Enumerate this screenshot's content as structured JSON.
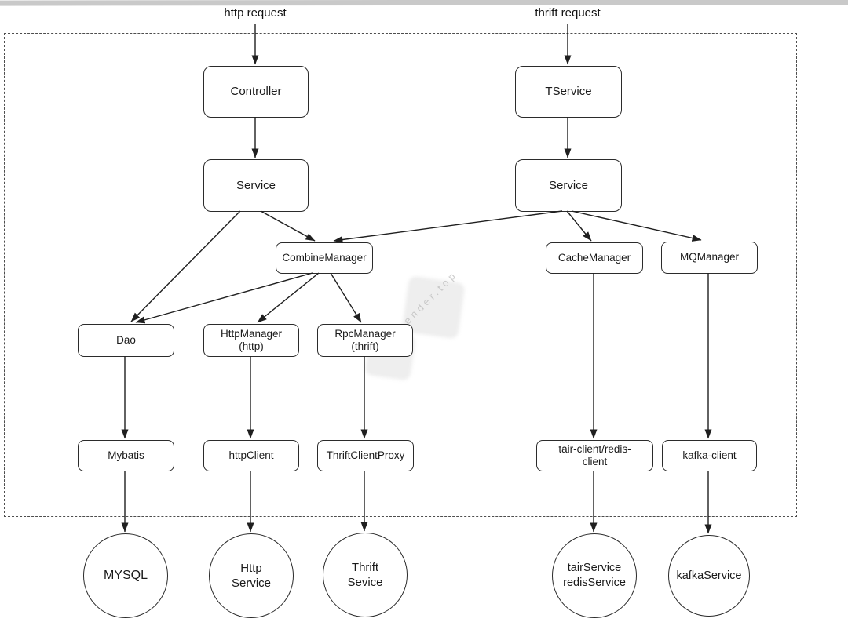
{
  "diagram": {
    "top_labels": {
      "http_request": "http request",
      "thrift_request": "thrift request"
    },
    "nodes": {
      "controller": {
        "label": "Controller"
      },
      "tservice": {
        "label": "TService"
      },
      "service_http": {
        "label": "Service"
      },
      "service_thrift": {
        "label": "Service"
      },
      "combine_manager": {
        "label": "CombineManager"
      },
      "cache_manager": {
        "label": "CacheManager"
      },
      "mq_manager": {
        "label": "MQManager"
      },
      "dao": {
        "label": "Dao"
      },
      "http_manager": {
        "label": "HttpManager\n(http)"
      },
      "rpc_manager": {
        "label": "RpcManager\n(thrift)"
      },
      "mybatis": {
        "label": "Mybatis"
      },
      "http_client": {
        "label": "httpClient"
      },
      "thrift_client_proxy": {
        "label": "ThriftClientProxy"
      },
      "tair_redis_client": {
        "label": "tair-client/redis-\nclient"
      },
      "kafka_client": {
        "label": "kafka-client"
      }
    },
    "endpoints": {
      "mysql": {
        "label": "MYSQL"
      },
      "http_service": {
        "label": "Http\nService"
      },
      "thrift_sevice": {
        "label": "Thrift\nSevice"
      },
      "tair_redis_service": {
        "label": "tairService\nredisService"
      },
      "kafka_service": {
        "label": "kafkaService"
      }
    },
    "edges": [
      {
        "from": "http request",
        "to": "Controller"
      },
      {
        "from": "thrift request",
        "to": "TService"
      },
      {
        "from": "Controller",
        "to": "Service"
      },
      {
        "from": "TService",
        "to": "Service"
      },
      {
        "from": "Service (http)",
        "to": "Dao"
      },
      {
        "from": "Service (http)",
        "to": "CombineManager"
      },
      {
        "from": "Service (thrift)",
        "to": "CombineManager"
      },
      {
        "from": "Service (thrift)",
        "to": "CacheManager"
      },
      {
        "from": "Service (thrift)",
        "to": "MQManager"
      },
      {
        "from": "CombineManager",
        "to": "Dao"
      },
      {
        "from": "CombineManager",
        "to": "HttpManager (http)"
      },
      {
        "from": "CombineManager",
        "to": "RpcManager (thrift)"
      },
      {
        "from": "Dao",
        "to": "Mybatis"
      },
      {
        "from": "HttpManager (http)",
        "to": "httpClient"
      },
      {
        "from": "RpcManager (thrift)",
        "to": "ThriftClientProxy"
      },
      {
        "from": "CacheManager",
        "to": "tair-client/redis-client"
      },
      {
        "from": "MQManager",
        "to": "kafka-client"
      },
      {
        "from": "Mybatis",
        "to": "MYSQL"
      },
      {
        "from": "httpClient",
        "to": "Http Service"
      },
      {
        "from": "ThriftClientProxy",
        "to": "Thrift Sevice"
      },
      {
        "from": "tair-client/redis-client",
        "to": "tairService redisService"
      },
      {
        "from": "kafka-client",
        "to": "kafkaService"
      }
    ],
    "watermark": "www.zender.top",
    "colors": {
      "line": "#1f1f1f",
      "box_border": "#2b2b2b",
      "dashed_border": "#4d4d4d",
      "background": "#ffffff",
      "top_bar": "#c9c9c9"
    }
  }
}
